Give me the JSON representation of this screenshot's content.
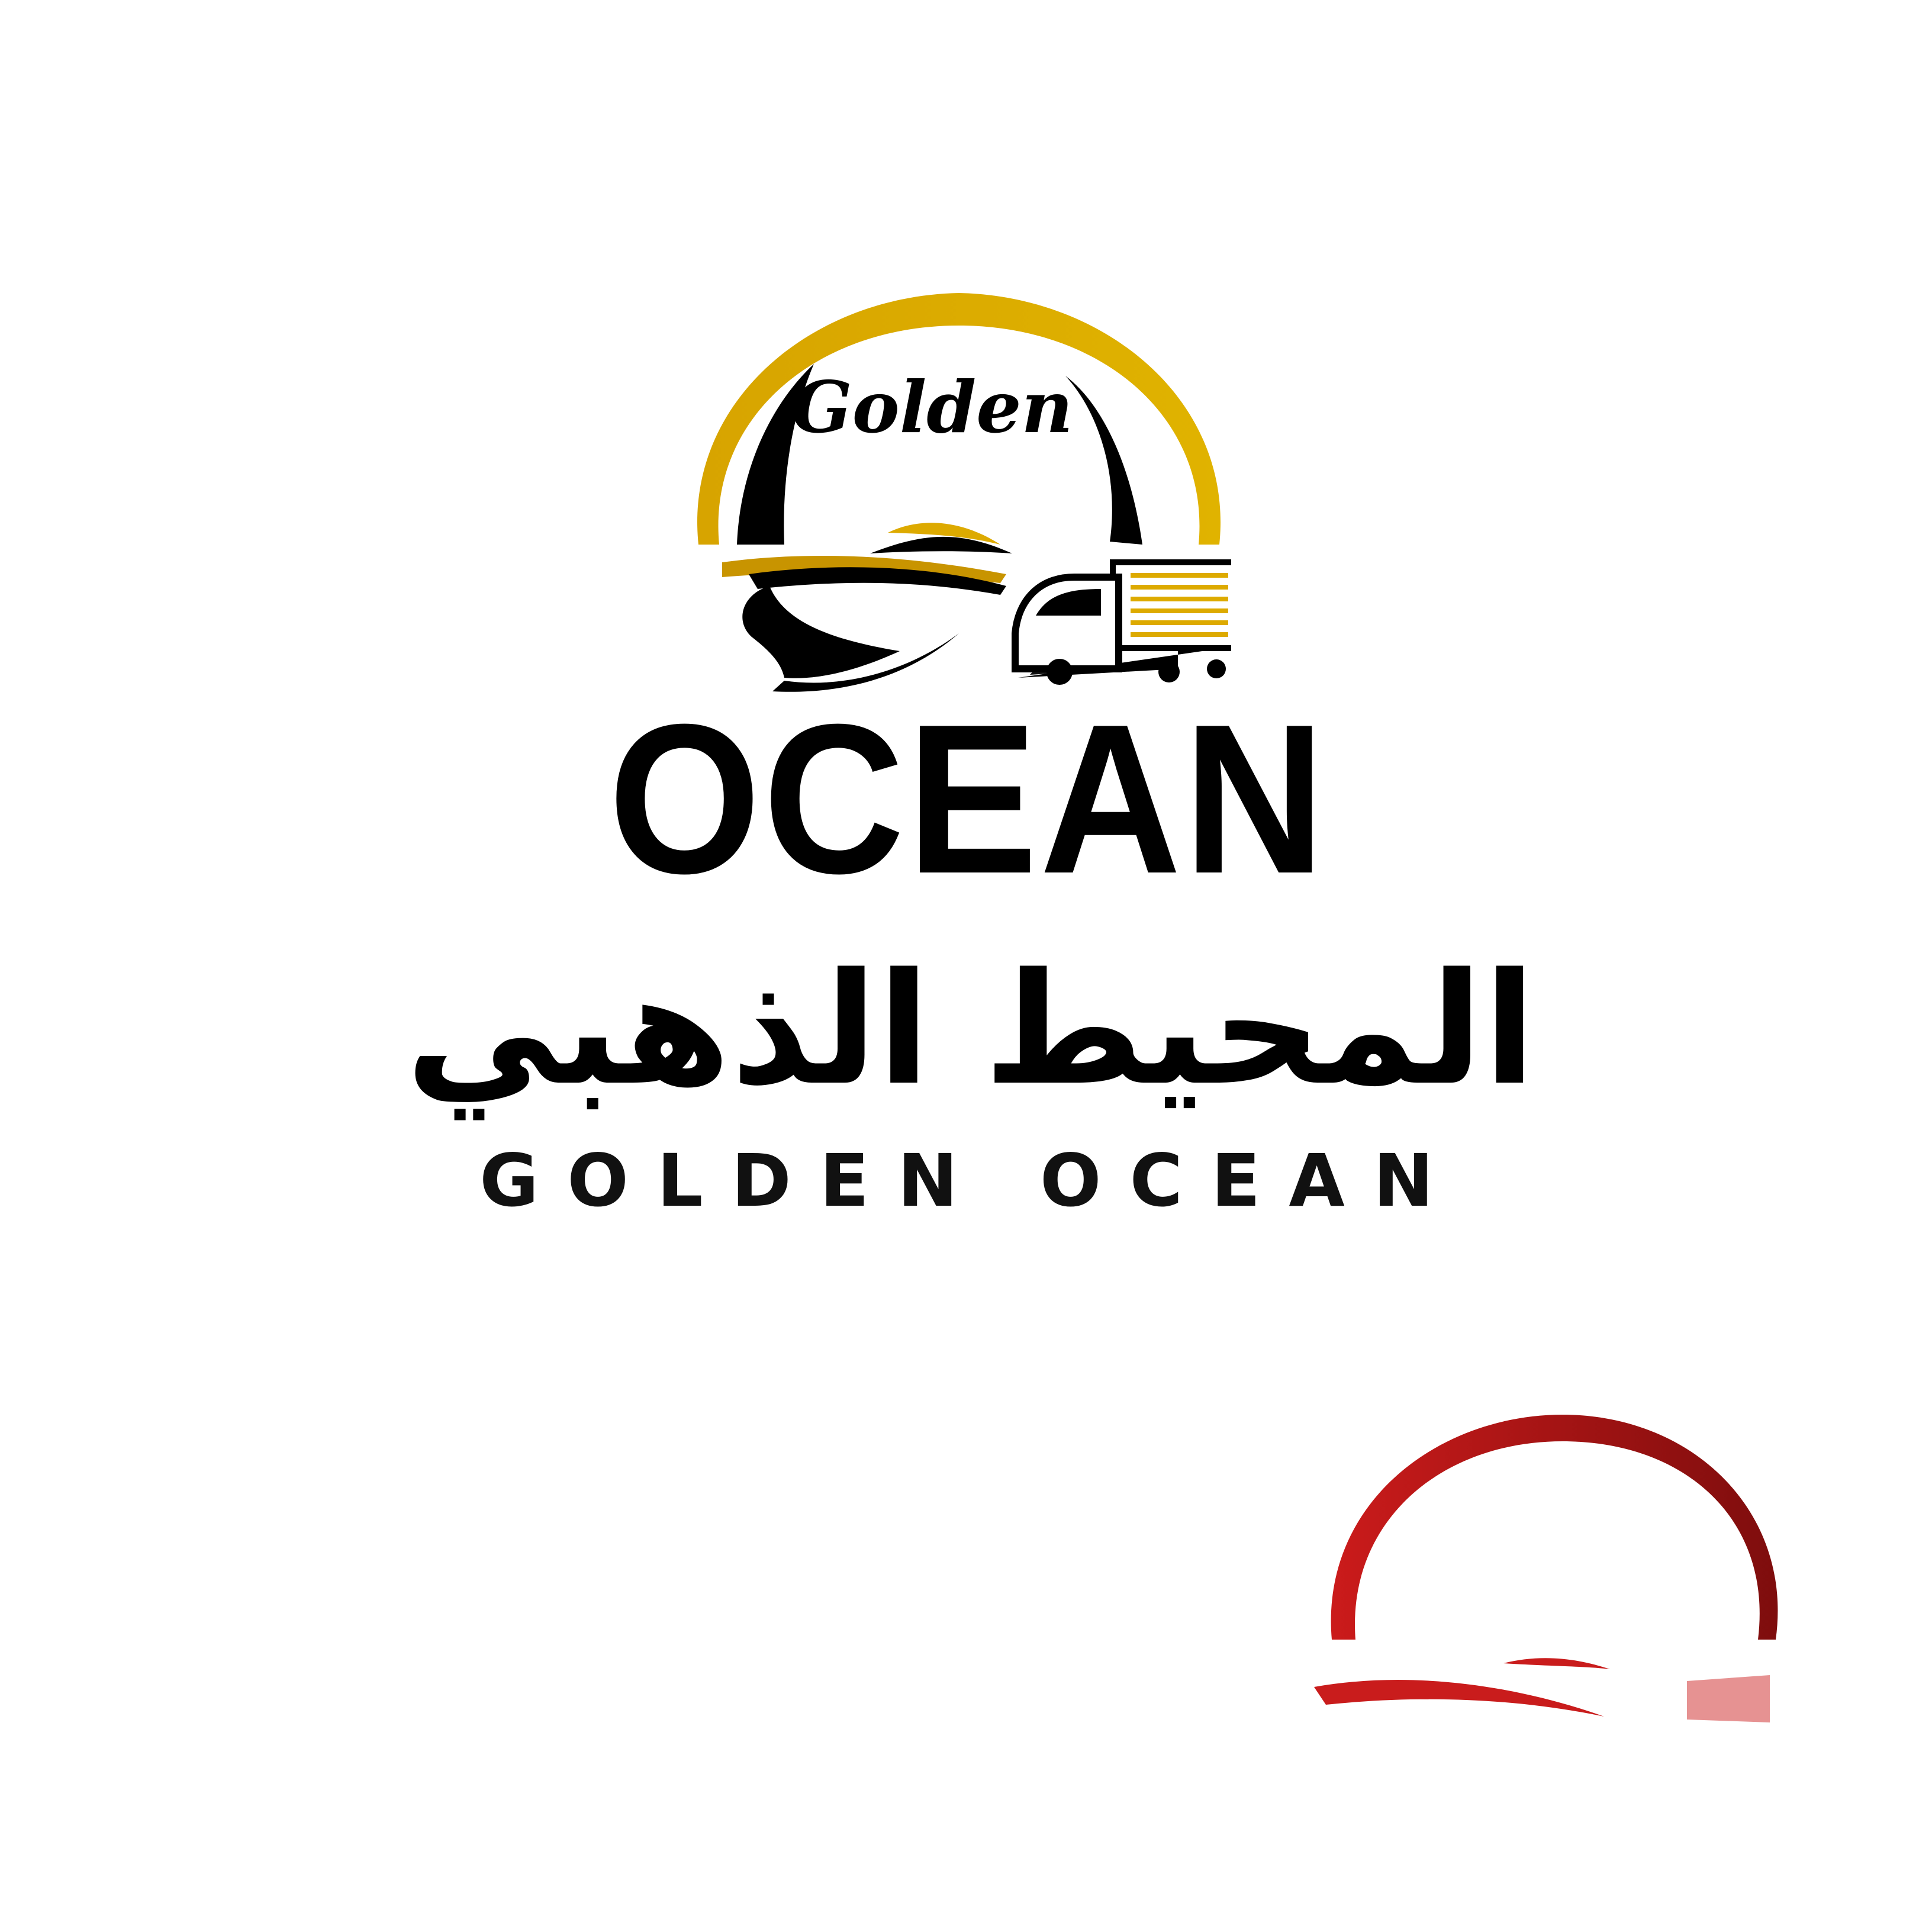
{
  "logo": {
    "script_word": "Golden",
    "headline": "OCEAN",
    "arabic_name": "المحيط الذهبي",
    "tagline": "GOLDEN OCEAN"
  },
  "colors": {
    "gold": "#DDAA00",
    "black": "#000000",
    "red_light": "#C91C1C",
    "red_dark": "#7D0E0E",
    "background": "#FFFFFF"
  },
  "icons": {
    "ship": "ship-icon",
    "truck": "truck-icon",
    "sun_arc": "sun-arc-icon",
    "wave": "wave-icon",
    "red_arc": "red-arc-icon"
  }
}
